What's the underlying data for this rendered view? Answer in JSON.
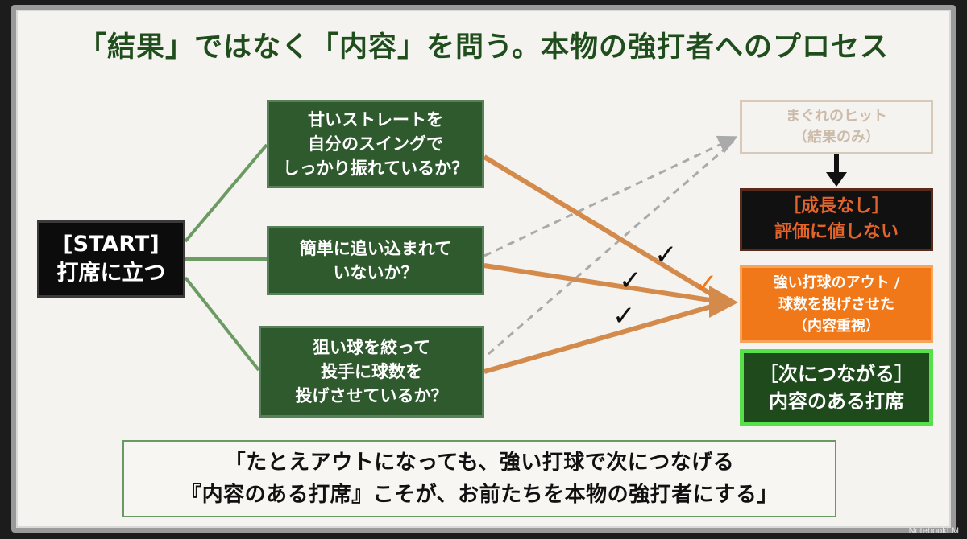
{
  "title": "「結果」ではなく「内容」を問う。本物の強打者へのプロセス",
  "start": "[START]\n打席に立つ",
  "questions": [
    "甘いストレートを\n自分のスイングで\nしっかり振れているか？",
    "簡単に追い込まれて\nいないか？",
    "狙い球を絞って\n投手に球数を\n投げさせているか？"
  ],
  "outcomes": {
    "lucky": "まぐれのヒット\n（結果のみ）",
    "no_growth": "［成長なし］\n評価に値しない",
    "good_out": "強い打球のアウト /\n球数を投げさせた\n（内容重視）",
    "next": "［次につながる］\n内容のある打席"
  },
  "quote": "「たとえアウトになっても、強い打球で次につなげる\n『内容のある打席』こそが、お前たちを本物の強打者にする」",
  "checkmark": "✓",
  "brand": "NotebookLM",
  "colors": {
    "green": "#2f5a2e",
    "orange": "#f07818",
    "arrow": "#d48a4a",
    "dashed": "#aaaaaa"
  }
}
